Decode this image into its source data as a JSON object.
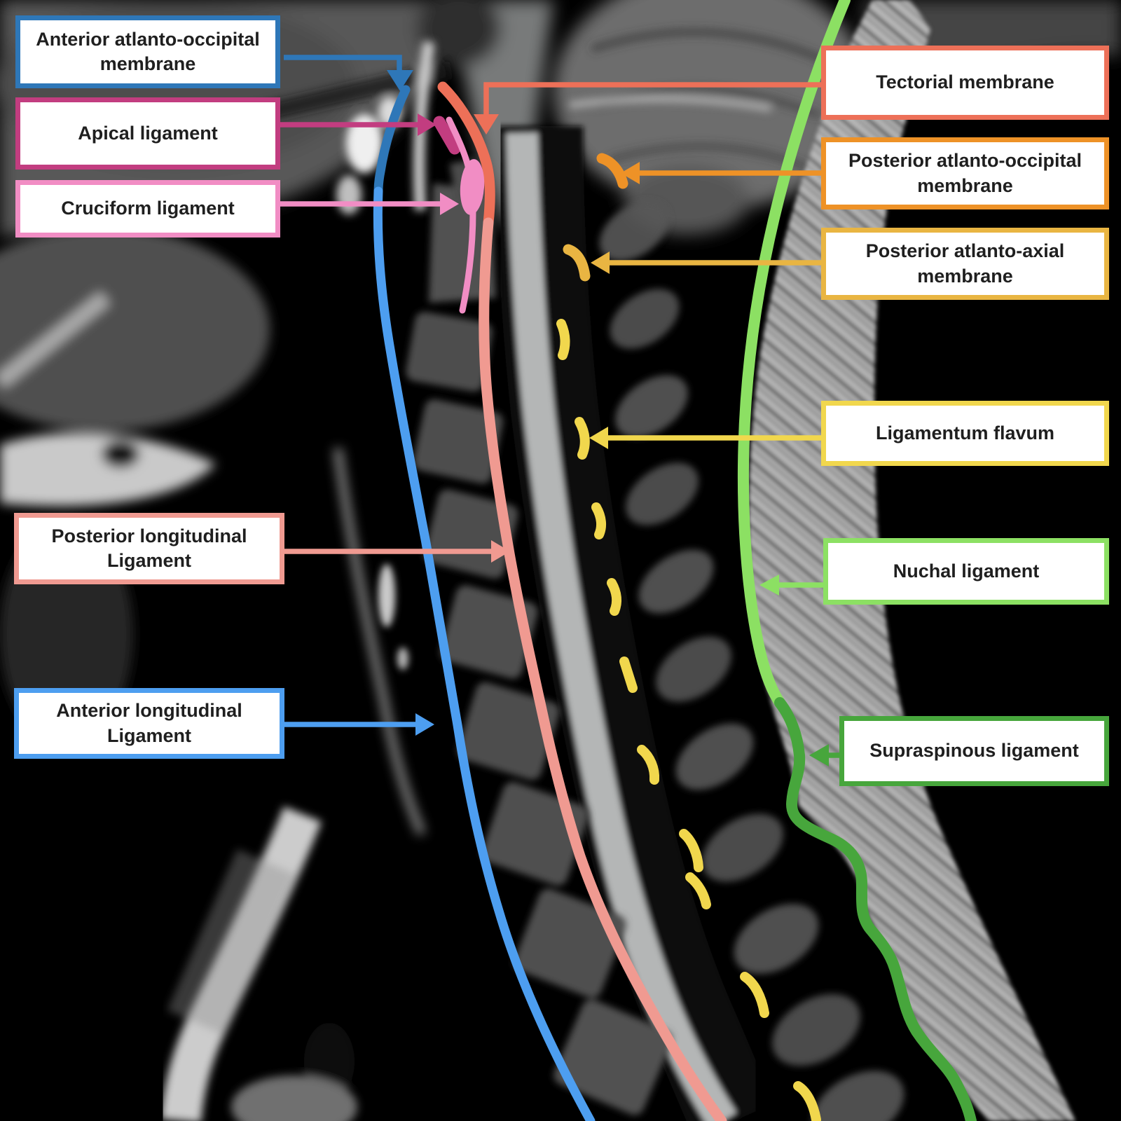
{
  "figure": {
    "description": "Annotated sagittal cervical spine MRI showing spinal ligaments",
    "background": "T2 sagittal cervical spine MRI"
  },
  "labels": [
    {
      "text": "Anterior atlanto-occipital membrane",
      "color": "#2e77b8"
    },
    {
      "text": "Apical ligament",
      "color": "#c23d80"
    },
    {
      "text": "Cruciform ligament",
      "color": "#f18dc4"
    },
    {
      "text": "Posterior longitudinal Ligament",
      "color": "#f09a91"
    },
    {
      "text": "Anterior longitudinal Ligament",
      "color": "#4d9ef0"
    },
    {
      "text": "Tectorial membrane",
      "color": "#ed7058"
    },
    {
      "text": "Posterior atlanto-occipital membrane",
      "color": "#ee9227"
    },
    {
      "text": "Posterior atlanto-axial membrane",
      "color": "#e9b542"
    },
    {
      "text": "Ligamentum flavum",
      "color": "#f1d74d"
    },
    {
      "text": "Nuchal ligament",
      "color": "#8ce063"
    },
    {
      "text": "Supraspinous ligament",
      "color": "#47a63c"
    }
  ]
}
